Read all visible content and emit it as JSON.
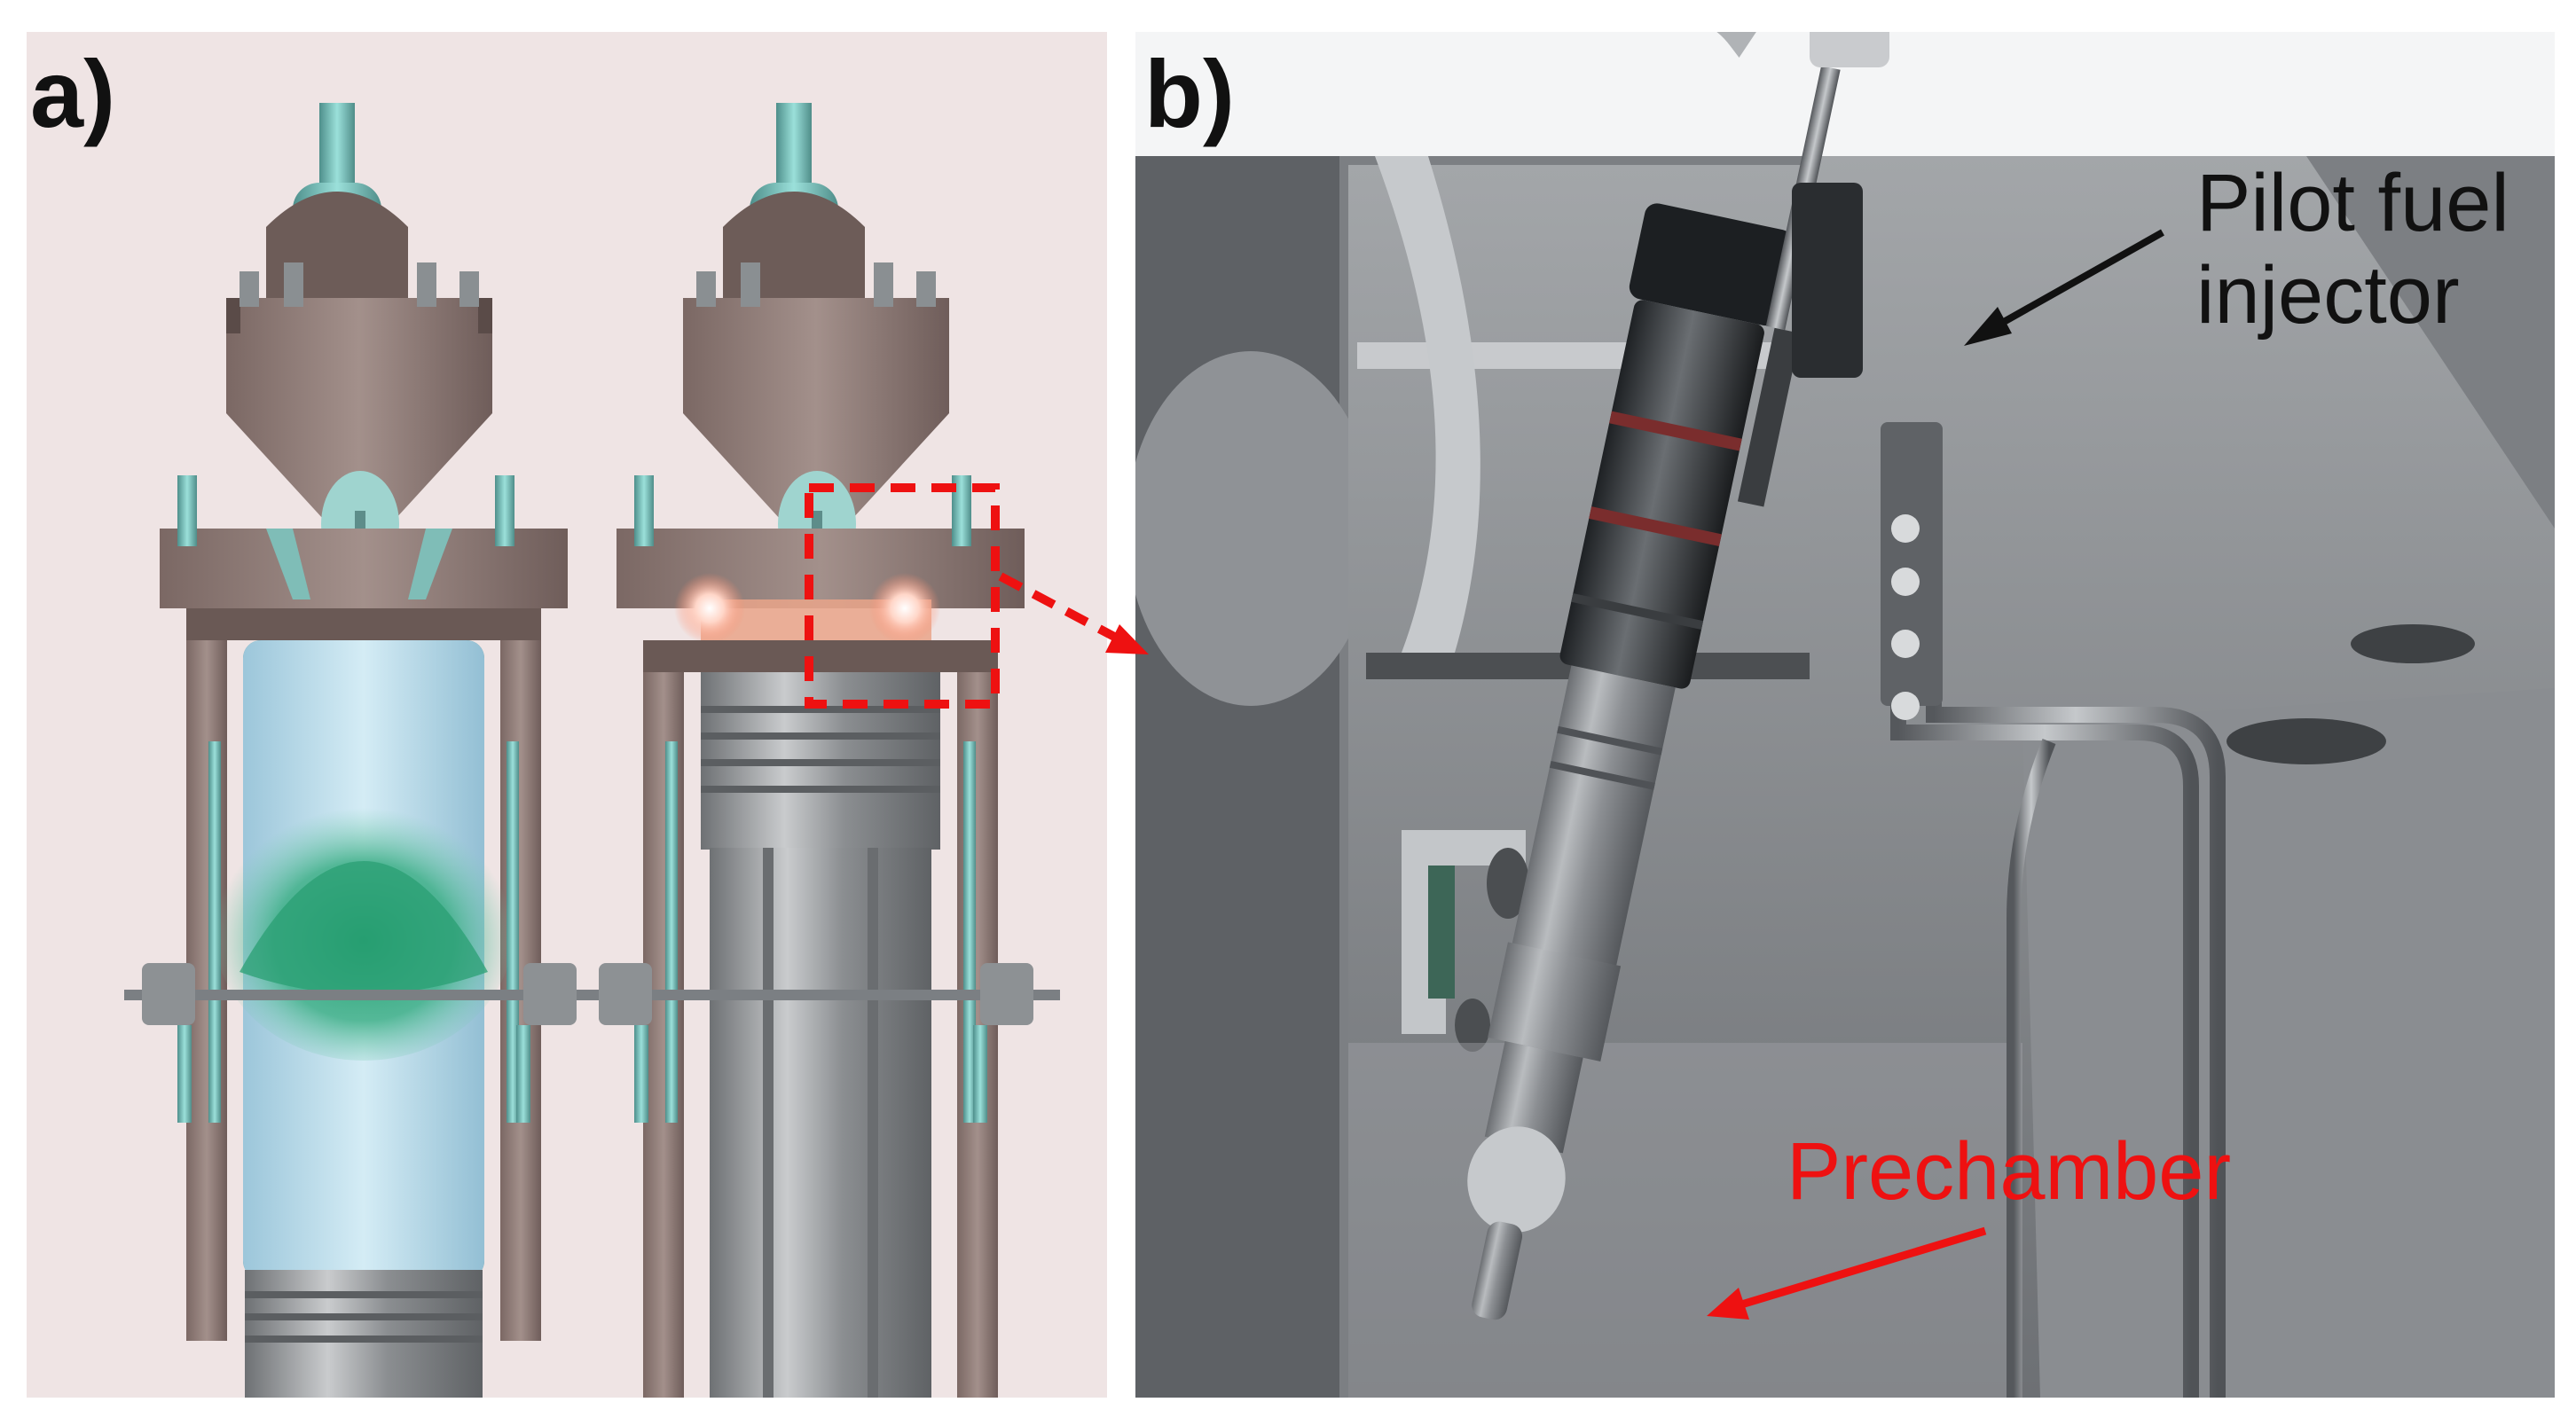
{
  "panels": {
    "a": {
      "label": "a)"
    },
    "b": {
      "label": "b)"
    }
  },
  "callouts": {
    "pilot_fuel_injector": {
      "line1": "Pilot fuel",
      "line2": "injector"
    },
    "prechamber": {
      "text": "Prechamber"
    }
  },
  "colors": {
    "background_a": "#efe4e4",
    "background_b": "#f4f5f6",
    "engine_body": "#8f7c78",
    "valve_cyan": "#7ec7c1",
    "gas_blue": "#a9d3e6",
    "fuel_green": "#2ea77a",
    "metal_grey": "#9c9fa3",
    "highlight_red": "#ee1111",
    "label_black": "#111111"
  },
  "icons": {
    "arrow_pilot": "arrow-icon",
    "arrow_prechamber": "arrow-icon",
    "arrow_zoom": "dashed-arrow-icon"
  }
}
